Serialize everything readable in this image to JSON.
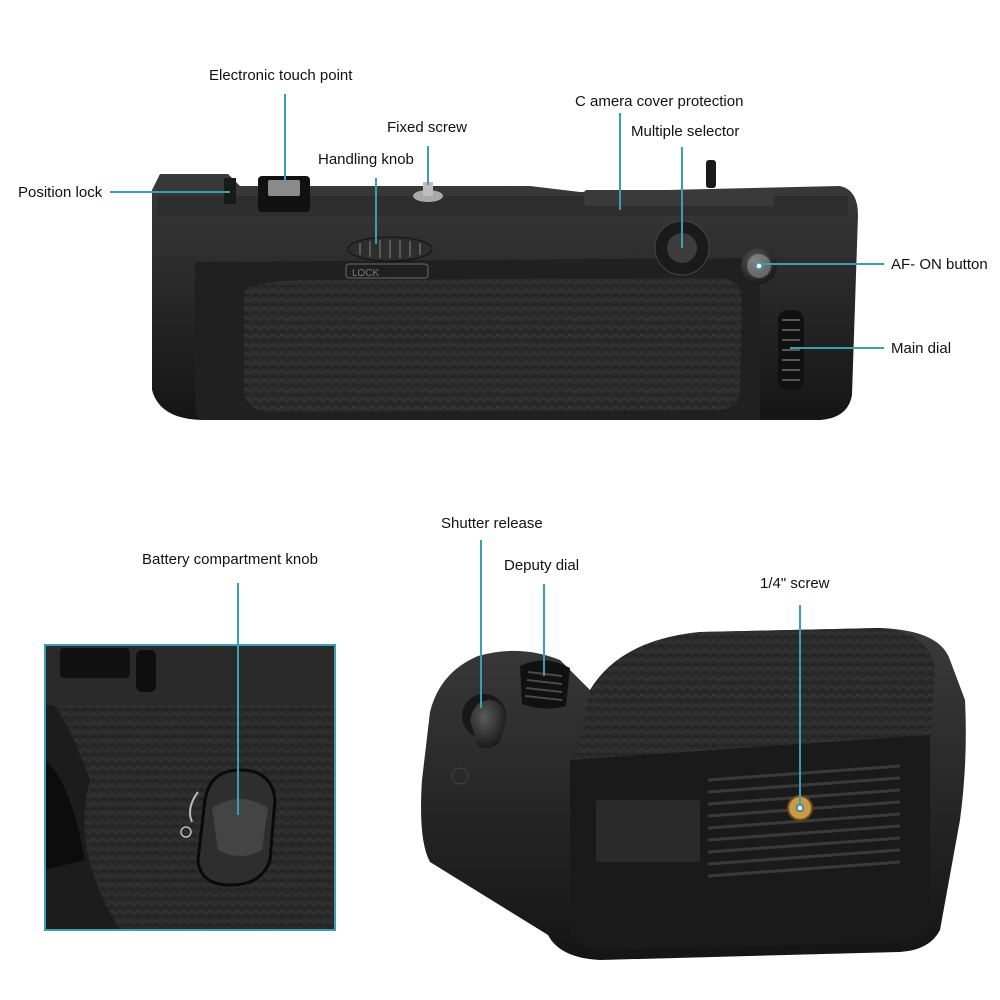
{
  "accent_color": "#3a9fb0",
  "body_color": "#1e1e1e",
  "top_view": {
    "callouts": [
      {
        "id": "electronic-touch-point",
        "label": "Electronic touch point"
      },
      {
        "id": "fixed-screw",
        "label": "Fixed screw"
      },
      {
        "id": "handling-knob",
        "label": "Handling knob"
      },
      {
        "id": "position-lock",
        "label": "Position lock"
      },
      {
        "id": "camera-cover-protection",
        "label": "C amera cover protection"
      },
      {
        "id": "multiple-selector",
        "label": "Multiple selector"
      },
      {
        "id": "af-on-button",
        "label": "AF- ON button"
      },
      {
        "id": "main-dial",
        "label": "Main dial"
      }
    ],
    "knob_marking": "LOCK"
  },
  "detail_view": {
    "callouts": [
      {
        "id": "battery-compartment-knob",
        "label": "Battery compartment knob"
      }
    ]
  },
  "bottom_view": {
    "callouts": [
      {
        "id": "shutter-release",
        "label": "Shutter release"
      },
      {
        "id": "deputy-dial",
        "label": "Deputy dial"
      },
      {
        "id": "quarter-inch-screw",
        "label": "1/4\" screw"
      }
    ]
  }
}
